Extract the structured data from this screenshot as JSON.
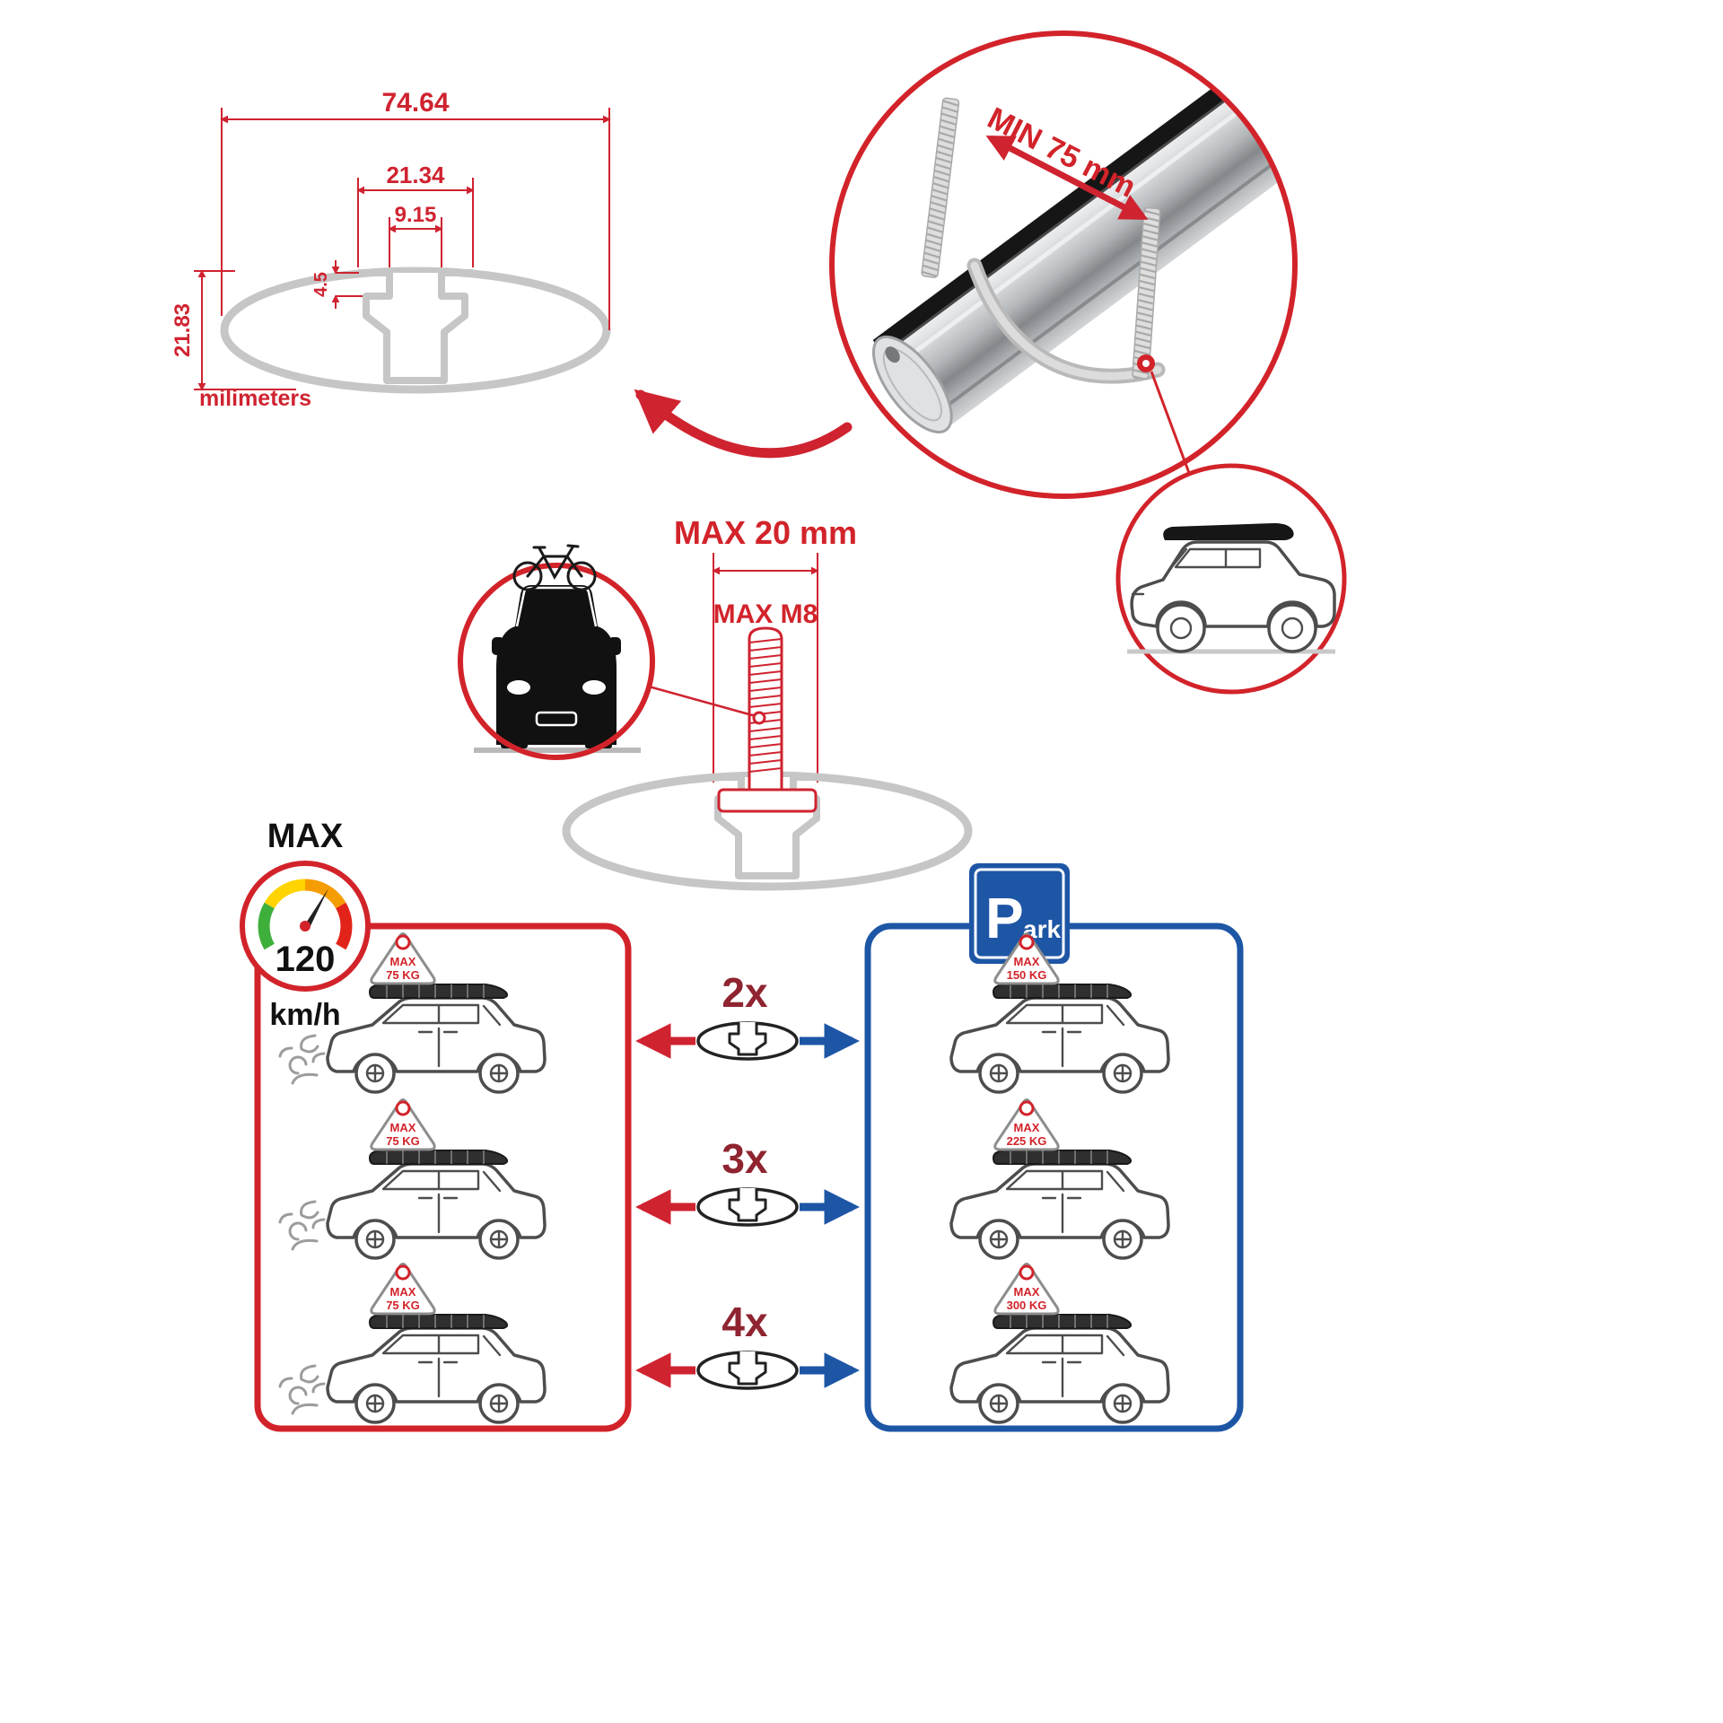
{
  "colors": {
    "red": "#d2232a",
    "blue": "#1d56a5",
    "dark_red": "#8f2430",
    "gray": "#c6c6c6"
  },
  "cross_section": {
    "total_width": "74.64",
    "step_width": "21.34",
    "slot_width": "9.15",
    "lip_depth": "4.5",
    "total_height": "21.83",
    "units_label": "milimeters"
  },
  "bar_detail": {
    "min_clearance_label": "MIN 75 mm"
  },
  "bolt": {
    "max_width_label": "MAX 20 mm",
    "max_thread_label": "MAX M8"
  },
  "speed_gauge": {
    "max_label": "MAX",
    "value": "120",
    "units": "km/h"
  },
  "multipliers": [
    {
      "label": "2x"
    },
    {
      "label": "3x"
    },
    {
      "label": "4x"
    }
  ],
  "driving_panel": {
    "cars": [
      {
        "line1": "MAX",
        "line2": "75 KG"
      },
      {
        "line1": "MAX",
        "line2": "75 KG"
      },
      {
        "line1": "MAX",
        "line2": "75 KG"
      }
    ]
  },
  "parking_panel": {
    "sign_p": "P",
    "sign_rest": "ark",
    "cars": [
      {
        "line1": "MAX",
        "line2": "150 KG"
      },
      {
        "line1": "MAX",
        "line2": "225 KG"
      },
      {
        "line1": "MAX",
        "line2": "300 KG"
      }
    ]
  }
}
